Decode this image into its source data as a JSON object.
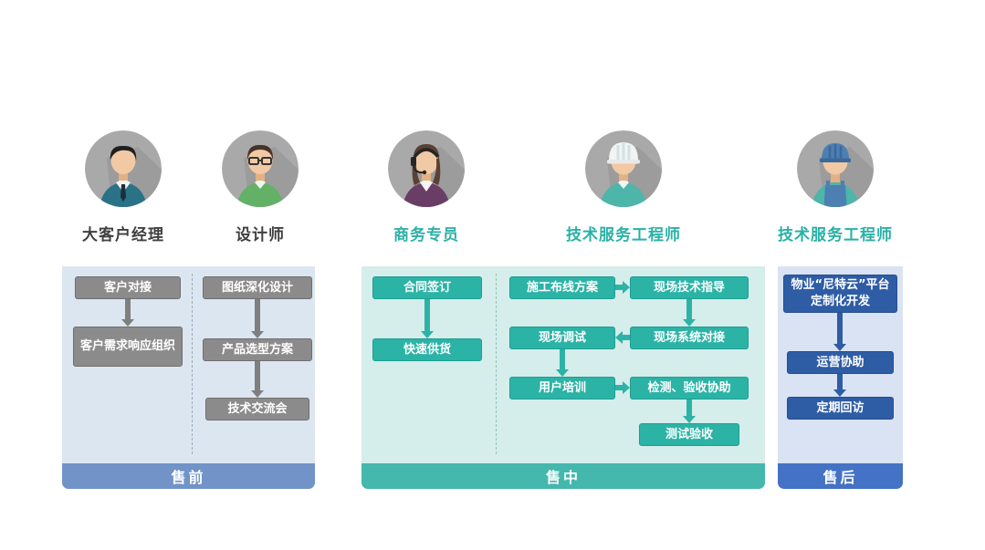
{
  "colors": {
    "teal_accent": "#29b1a5",
    "pre_footer": "#7193c7",
    "mid_footer": "#44b8ad",
    "post_footer": "#4472c4",
    "pre_box": "#8b8b8b",
    "mid_box": "#2bb3a6",
    "post_box": "#2e5ca5",
    "pre_bg": "#dce6f1",
    "mid_bg": "#d5edeb",
    "post_bg": "#dae3f3"
  },
  "roles": [
    {
      "label": "大客户经理"
    },
    {
      "label": "设计师"
    },
    {
      "label": "商务专员"
    },
    {
      "label": "技术服务工程师"
    },
    {
      "label": "技术服务工程师"
    }
  ],
  "panels": {
    "pre": {
      "footer": "售前",
      "col1": [
        "客户对接",
        "客户需求响应组织"
      ],
      "col2": [
        "图纸深化设计",
        "产品选型方案",
        "技术交流会"
      ]
    },
    "mid": {
      "footer": "售中",
      "col1": [
        "合同签订",
        "快速供货"
      ],
      "flow": [
        "施工布线方案",
        "现场技术指导",
        "现场系统对接",
        "现场调试",
        "用户培训",
        "检测、验收协助",
        "测试验收"
      ]
    },
    "post": {
      "footer": "售后",
      "items": [
        "物业“尼特云”平台定制化开发",
        "运营协助",
        "定期回访"
      ]
    }
  }
}
